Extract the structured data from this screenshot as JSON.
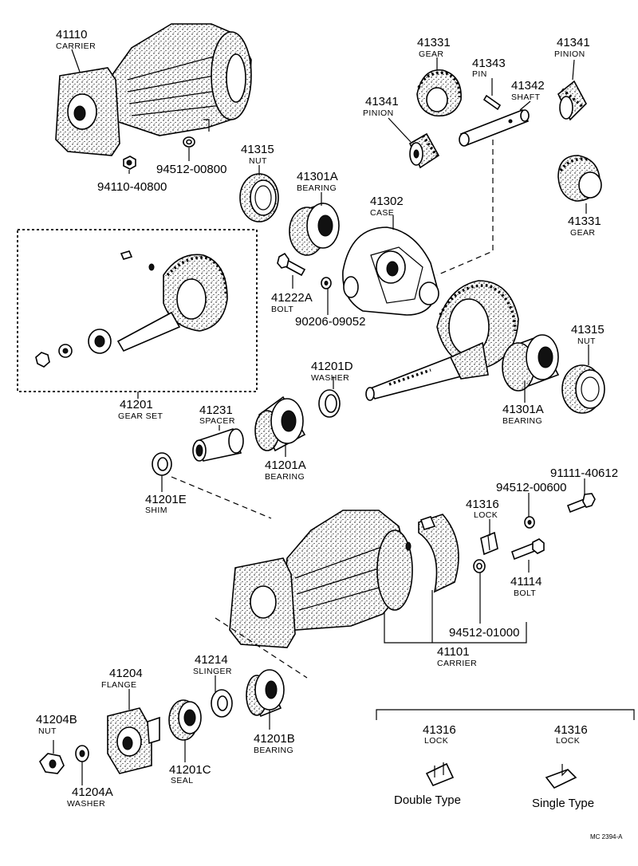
{
  "parts": [
    {
      "id": "p41110",
      "number": "41110",
      "name": "CARRIER"
    },
    {
      "id": "p94110",
      "number": "94110-40800",
      "name": ""
    },
    {
      "id": "p94512a",
      "number": "94512-00800",
      "name": ""
    },
    {
      "id": "p41315a",
      "number": "41315",
      "name": "NUT"
    },
    {
      "id": "p41301a1",
      "number": "41301A",
      "name": "BEARING"
    },
    {
      "id": "p41302",
      "number": "41302",
      "name": "CASE"
    },
    {
      "id": "p41331a",
      "number": "41331",
      "name": "GEAR"
    },
    {
      "id": "p41343",
      "number": "41343",
      "name": "PIN"
    },
    {
      "id": "p41342",
      "number": "41342",
      "name": "SHAFT"
    },
    {
      "id": "p41341a",
      "number": "41341",
      "name": "PINION"
    },
    {
      "id": "p41341b",
      "number": "41341",
      "name": "PINION"
    },
    {
      "id": "p41331b",
      "number": "41331",
      "name": "GEAR"
    },
    {
      "id": "p41222a",
      "number": "41222A",
      "name": "BOLT"
    },
    {
      "id": "p90206",
      "number": "90206-09052",
      "name": ""
    },
    {
      "id": "p41201",
      "number": "41201",
      "name": "GEAR SET"
    },
    {
      "id": "p41201d",
      "number": "41201D",
      "name": "WASHER"
    },
    {
      "id": "p41315b",
      "number": "41315",
      "name": "NUT"
    },
    {
      "id": "p41301a2",
      "number": "41301A",
      "name": "BEARING"
    },
    {
      "id": "p41231",
      "number": "41231",
      "name": "SPACER"
    },
    {
      "id": "p41201a",
      "number": "41201A",
      "name": "BEARING"
    },
    {
      "id": "p41201e",
      "number": "41201E",
      "name": "SHIM"
    },
    {
      "id": "p91111",
      "number": "91111-40612",
      "name": ""
    },
    {
      "id": "p94512b",
      "number": "94512-00600",
      "name": ""
    },
    {
      "id": "p41316a",
      "number": "41316",
      "name": "LOCK"
    },
    {
      "id": "p41114",
      "number": "41114",
      "name": "BOLT"
    },
    {
      "id": "p94512c",
      "number": "94512-01000",
      "name": ""
    },
    {
      "id": "p41101",
      "number": "41101",
      "name": "CARRIER"
    },
    {
      "id": "p41204",
      "number": "41204",
      "name": "FLANGE"
    },
    {
      "id": "p41214",
      "number": "41214",
      "name": "SLINGER"
    },
    {
      "id": "p41204b",
      "number": "41204B",
      "name": "NUT"
    },
    {
      "id": "p41204a",
      "number": "41204A",
      "name": "WASHER"
    },
    {
      "id": "p41201c",
      "number": "41201C",
      "name": "SEAL"
    },
    {
      "id": "p41201b",
      "number": "41201B",
      "name": "BEARING"
    },
    {
      "id": "p41316b",
      "number": "41316",
      "name": "LOCK"
    },
    {
      "id": "p41316c",
      "number": "41316",
      "name": "LOCK"
    }
  ],
  "variants": {
    "double": "Double Type",
    "single": "Single Type"
  },
  "drawing_code": "MC 2394-A"
}
